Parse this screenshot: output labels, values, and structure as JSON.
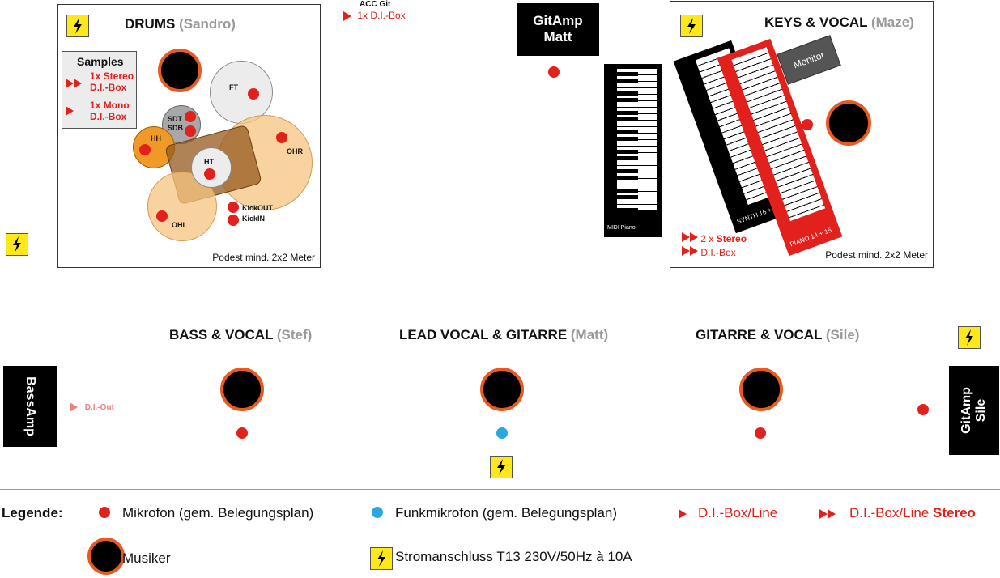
{
  "drums": {
    "title": "DRUMS",
    "person": "(Sandro)",
    "samples_title": "Samples",
    "samples_stereo_1": "1x Stereo",
    "samples_stereo_2": "D.I.-Box",
    "samples_mono_1": "1x Mono",
    "samples_mono_2": "D.I.-Box",
    "podest": "Podest mind. 2x2 Meter",
    "labels": {
      "ft": "FT",
      "sdt": "SDT",
      "sdb": "SDB",
      "hh": "HH",
      "ht": "HT",
      "ohr": "OHR",
      "ohl": "OHL",
      "kickout": "KickOUT",
      "kickin": "KickIN"
    }
  },
  "acc_git": {
    "title": "ACC Git",
    "di": "1x D.I.-Box"
  },
  "gitamp_matt": {
    "line1": "GitAmp",
    "line2": "Matt"
  },
  "midi_piano": "MIDI Piano",
  "keys": {
    "title": "KEYS & VOCAL",
    "person": "(Maze)",
    "monitor": "Monitor",
    "synth": "SYNTH 16 + 17",
    "piano": "PIANO 14 + 15",
    "di_1_prefix": "2 x",
    "di_1_strong": "Stereo",
    "di_2": "D.I.-Box",
    "podest": "Podest mind. 2x2 Meter"
  },
  "bass": {
    "title": "BASS & VOCAL",
    "person": "(Stef)",
    "amp": "BassAmp",
    "di": "D.I.-Out"
  },
  "lead": {
    "title": "LEAD VOCAL & GITARRE",
    "person": "(Matt)"
  },
  "guitar": {
    "title": "GITARRE & VOCAL",
    "person": "(Sile)",
    "amp_line1": "GitAmp",
    "amp_line2": "Sile"
  },
  "legend": {
    "label": "Legende:",
    "mic": "Mikrofon (gem. Belegungsplan)",
    "wireless": "Funkmikrofon (gem. Belegungsplan)",
    "di": "D.I.-Box/Line",
    "di_stereo": "D.I.-Box/Line",
    "di_stereo_strong": "Stereo",
    "musician": "Musiker",
    "power": "Stromanschluss T13 230V/50Hz à 10A"
  },
  "colors": {
    "mic": "#e3211c",
    "wireless": "#2aa7e0",
    "power": "#ffe81a",
    "musician_ring": "#e85a20"
  }
}
